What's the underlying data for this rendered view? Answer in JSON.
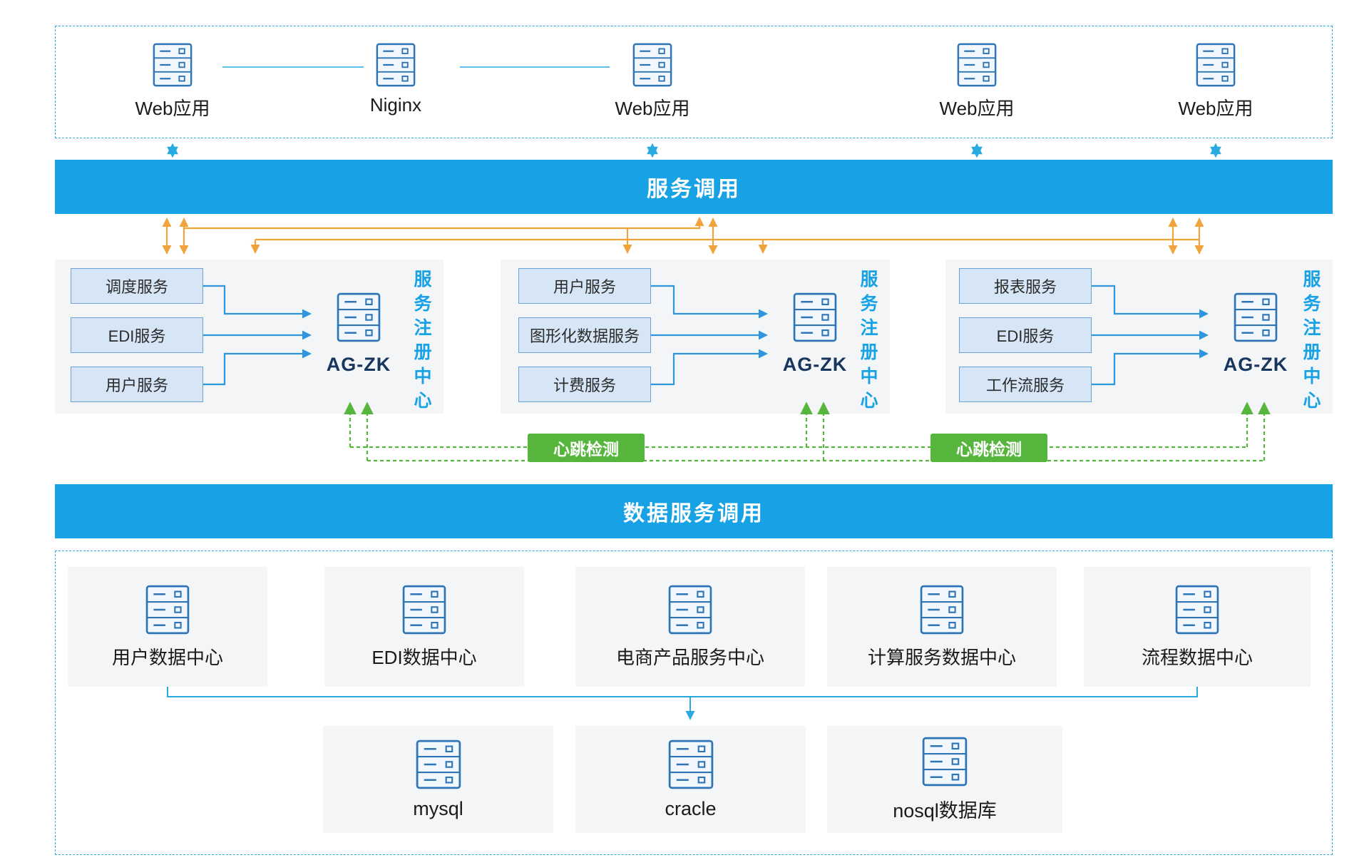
{
  "colors": {
    "banner_blue": "#18a2e6",
    "sky_blue": "#29abe2",
    "orange": "#f0a43b",
    "green": "#55b53c",
    "box_fill": "#d6e6f7",
    "box_border": "#6aa1d8",
    "group_gray": "#f4f5f6",
    "server_icon_blue": "#2e75b6"
  },
  "icons": [
    "server-icon"
  ],
  "top_row": {
    "nodes": [
      {
        "label": "Web应用"
      },
      {
        "label": "Niginx"
      },
      {
        "label": "Web应用"
      },
      {
        "label": "Web应用"
      },
      {
        "label": "Web应用"
      }
    ]
  },
  "banners": {
    "service_call": "服务调用",
    "data_service_call": "数据服务调用"
  },
  "service_groups": [
    {
      "services": [
        "调度服务",
        "EDI服务",
        "用户服务"
      ],
      "registry": "AG-ZK",
      "registry_center": "服务注册中心"
    },
    {
      "services": [
        "用户服务",
        "图形化数据服务",
        "计费服务"
      ],
      "registry": "AG-ZK",
      "registry_center": "服务注册中心"
    },
    {
      "services": [
        "报表服务",
        "EDI服务",
        "工作流服务"
      ],
      "registry": "AG-ZK",
      "registry_center": "服务注册中心"
    }
  ],
  "heartbeat": {
    "labels": [
      "心跳检测",
      "心跳检测"
    ]
  },
  "data_centers": [
    {
      "label": "用户数据中心"
    },
    {
      "label": "EDI数据中心"
    },
    {
      "label": "电商产品服务中心"
    },
    {
      "label": "计算服务数据中心"
    },
    {
      "label": "流程数据中心"
    }
  ],
  "databases": [
    {
      "label": "mysql"
    },
    {
      "label": "cracle"
    },
    {
      "label": "nosql数据库"
    }
  ]
}
